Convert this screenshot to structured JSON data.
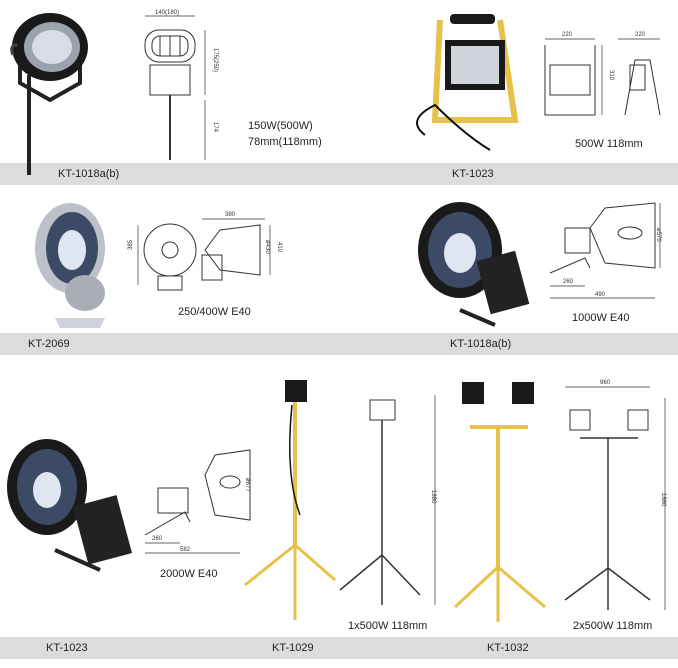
{
  "products": [
    {
      "model": "KT-1018a(b)",
      "spec": [
        "150W(500W)",
        "78mm(118mm)"
      ],
      "dims": [
        "140(180)",
        "175(250)",
        "174"
      ]
    },
    {
      "model": "KT-1023",
      "spec": [
        "500W   118mm"
      ],
      "dims": [
        "220",
        "220",
        "310"
      ]
    },
    {
      "model": "KT-2069",
      "spec": [
        "250/400W  E40"
      ],
      "dims": [
        "380",
        "385",
        "ø430",
        "410"
      ]
    },
    {
      "model": "KT-1018a(b)",
      "spec": [
        "1000W  E40"
      ],
      "dims": [
        "ø570",
        "260",
        "490"
      ]
    },
    {
      "model": "KT-1023",
      "spec": [
        "2000W  E40"
      ],
      "dims": [
        "ø677",
        "260",
        "582"
      ]
    },
    {
      "model": "KT-1029",
      "spec": [
        "1x500W    118mm"
      ],
      "dims": [
        "1880"
      ]
    },
    {
      "model": "KT-1032",
      "spec": [
        "2x500W    118mm"
      ],
      "dims": [
        "960",
        "1880"
      ]
    }
  ],
  "colors": {
    "band": "#dcdcdc",
    "tripod_yellow": "#e7c24a",
    "lamp_black": "#1a1a1a",
    "chrome": "#c9ccd2",
    "line": "#444444"
  }
}
